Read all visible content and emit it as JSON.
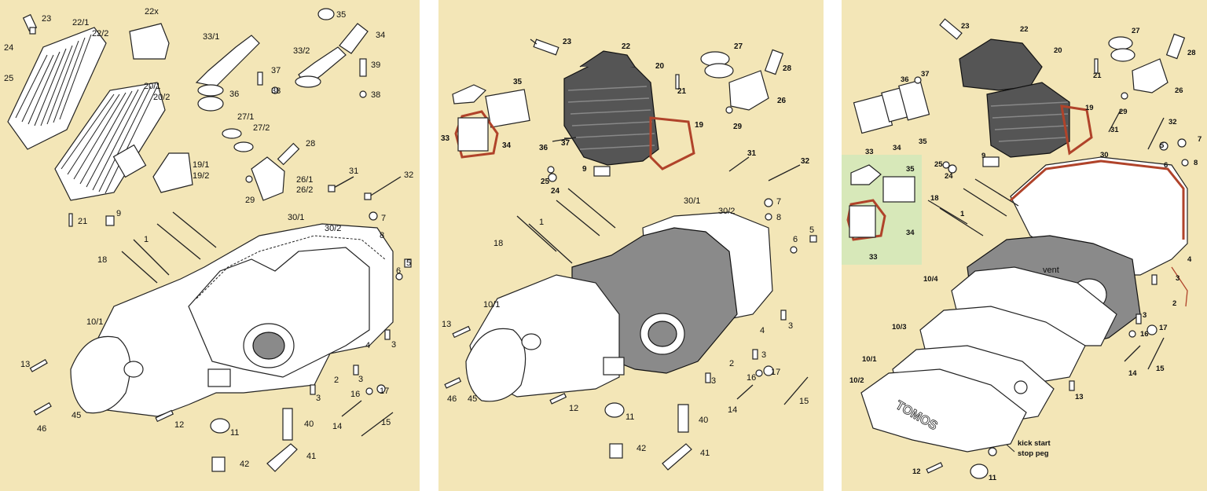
{
  "panels": [
    {
      "id": "panel-1",
      "labels": [
        "23",
        "22/1",
        "22/2",
        "22x",
        "35",
        "24",
        "25",
        "33/1",
        "34",
        "33/2",
        "39",
        "37",
        "38",
        "36",
        "38",
        "20/1",
        "20/2",
        "27/1",
        "27/2",
        "28",
        "19/1",
        "19/2",
        "26/1",
        "26/2",
        "29",
        "31",
        "32",
        "21",
        "9",
        "7",
        "8",
        "1",
        "30/1",
        "30/2",
        "18",
        "5",
        "6",
        "10/1",
        "4",
        "3",
        "13",
        "2",
        "3",
        "16",
        "17",
        "3",
        "45",
        "46",
        "12",
        "11",
        "40",
        "14",
        "15",
        "41",
        "42"
      ]
    },
    {
      "id": "panel-2",
      "labels": [
        "23",
        "22",
        "35",
        "20",
        "27",
        "21",
        "28",
        "26",
        "33",
        "34",
        "19",
        "29",
        "36",
        "37",
        "9",
        "25",
        "24",
        "31",
        "32",
        "30/1",
        "30/2",
        "7",
        "8",
        "1",
        "18",
        "6",
        "5",
        "10/1",
        "3",
        "13",
        "4",
        "3",
        "2",
        "16",
        "17",
        "3",
        "46",
        "45",
        "12",
        "14",
        "15",
        "11",
        "40",
        "42",
        "41"
      ]
    },
    {
      "id": "panel-3",
      "labels": [
        "23",
        "22",
        "27",
        "28",
        "20",
        "21",
        "37",
        "36",
        "26",
        "19",
        "29",
        "31",
        "32",
        "33",
        "34",
        "35",
        "9",
        "30",
        "25",
        "24",
        "5",
        "7",
        "6",
        "8",
        "35",
        "18",
        "1",
        "4",
        "34",
        "33",
        "vent",
        "3",
        "10/4",
        "2",
        "10/3",
        "3",
        "17",
        "16",
        "10/1",
        "14",
        "15",
        "10/2",
        "13",
        "kick start",
        "stop peg",
        "12",
        "11"
      ]
    }
  ]
}
